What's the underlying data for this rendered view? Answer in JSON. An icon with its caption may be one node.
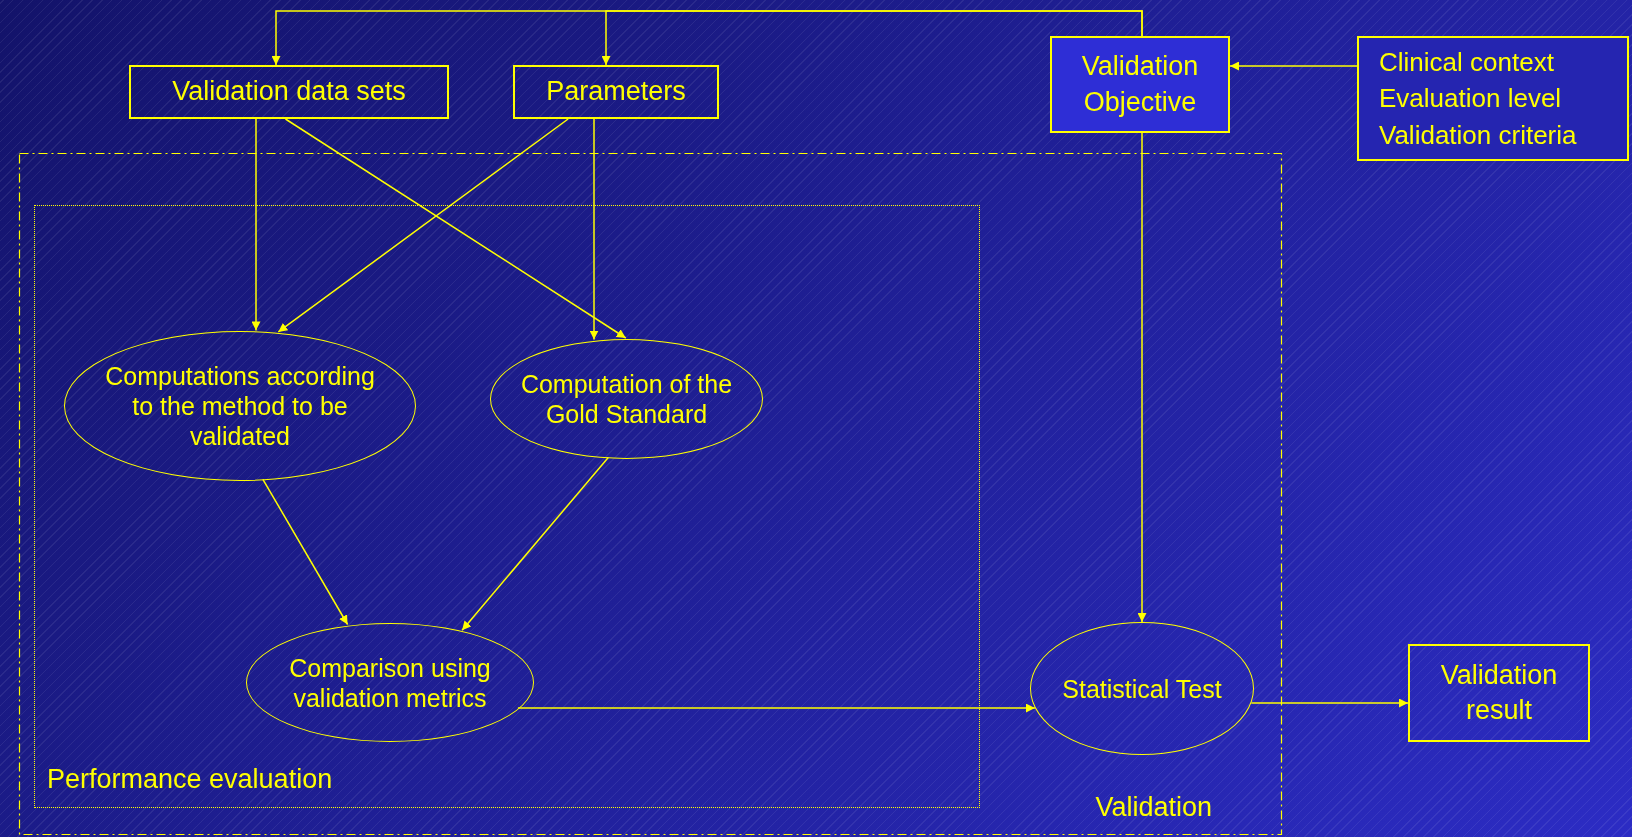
{
  "diagram": {
    "nodes": [
      {
        "text": [
          "Validation"
        ]
      },
      {
        "text": [
          "Performance evaluation"
        ],
        "in": 0
      },
      {
        "text": [
          "Validation data sets"
        ]
      },
      {
        "text": [
          "Parameters"
        ]
      },
      {
        "text": [
          "Validation Objective"
        ]
      },
      {
        "text": [
          "Clinical context",
          "Evaluation level",
          "Validation criteria"
        ]
      },
      {
        "text": [
          "Computations according to the method to be validated"
        ],
        "in": 1
      },
      {
        "text": [
          "Computation of the Gold Standard"
        ],
        "in": 1
      },
      {
        "text": [
          "Comparison using validation metrics"
        ],
        "in": 1
      },
      {
        "text": [
          "Statistical Test"
        ],
        "in": 0
      },
      {
        "text": [
          "Validation result"
        ]
      }
    ],
    "edges": [
      {
        "from": 4,
        "to": 2,
        "arrow": "to"
      },
      {
        "from": 4,
        "to": 3,
        "arrow": "to"
      },
      {
        "from": 5,
        "to": 4,
        "arrow": "to"
      },
      {
        "from": 2,
        "to": 6,
        "arrow": "to"
      },
      {
        "from": 2,
        "to": 7,
        "arrow": "to"
      },
      {
        "from": 3,
        "to": 6,
        "arrow": "to"
      },
      {
        "from": 3,
        "to": 7,
        "arrow": "to"
      },
      {
        "from": 6,
        "to": 8,
        "arrow": "to"
      },
      {
        "from": 7,
        "to": 8,
        "arrow": "to"
      },
      {
        "from": 8,
        "to": 9,
        "arrow": "to"
      },
      {
        "from": 4,
        "to": 9,
        "arrow": "to"
      },
      {
        "from": 9,
        "to": 10,
        "arrow": "to"
      }
    ]
  }
}
